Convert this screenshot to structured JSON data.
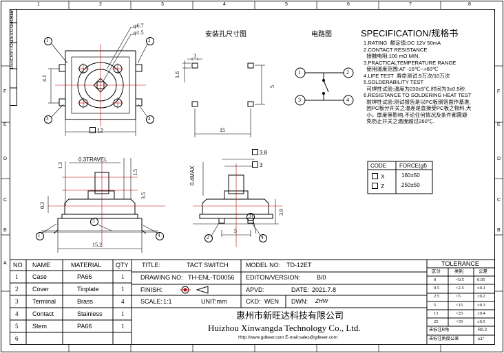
{
  "zones": {
    "top": [
      "1",
      "2",
      "3",
      "4",
      "5",
      "6",
      "7",
      "8"
    ],
    "side": [
      "F",
      "E",
      "D",
      "C",
      "B",
      "A"
    ]
  },
  "revision_block": [
    "REV",
    "DESCRIPTION",
    "DESIGNER",
    "DATE"
  ],
  "top_view": {
    "dia_outer": "φ6.7",
    "dia_inner": "φ1.5",
    "dim_height": "4.1",
    "dim_width": "12",
    "callouts": [
      "1",
      "2",
      "3",
      "4"
    ]
  },
  "mounting": {
    "title": "安装孔尺寸图",
    "dim_a": "3",
    "dim_b": "1.6",
    "dim_c": "5",
    "dim_d": "15"
  },
  "circuit": {
    "title": "电路图",
    "pins": [
      "1",
      "2",
      "3",
      "4"
    ]
  },
  "spec": {
    "heading": "SPECIFICATION/规格书",
    "lines": [
      "1.RATING  额定值:DC 12V 50mA",
      "2.CONTACT RESISTANCE",
      "  接触电阻:100 mΩ MIN.",
      "3.PRACTICALTEMPERATURE RANGE",
      "  使用温度范围:AT -16℃~+60℃",
      "4.LIFE TEST  寿命测试:5万次/10万次",
      "5.SOLDERABILITY TEST",
      "  可焊性试验:温度为230±5℃,时间为3±0.5秒.",
      "6.RESISTANCE TO SOLDERING HEAT TEST",
      "  耐焊性试验:测试报告是以PC板钢箔面作基准,",
      "  因PC板分开关之温差是直接受PC板之物料,大",
      "  小，厚度等影响,不论任何情况及条件都需避",
      "  免防止开关之温度超过260℃."
    ]
  },
  "force_table": {
    "headers": [
      "CODE",
      "FORCE(gf)"
    ],
    "rows": [
      {
        "code": "X",
        "force": "160±50"
      },
      {
        "code": "Z",
        "force": "250±50"
      }
    ]
  },
  "side_view_left": {
    "travel": "0.3TRAVEL",
    "d1": "1.3",
    "d2": "1.5",
    "d3": "0.3",
    "d4": "3.5",
    "width": "15.2",
    "callouts": [
      "1",
      "3",
      "4"
    ]
  },
  "side_view_right": {
    "max": "0.4MAX",
    "d1": "3.8",
    "d2": "3",
    "d3": "3.9",
    "d4": "5",
    "callouts": [
      "2",
      "3",
      "4"
    ]
  },
  "bom": {
    "headers": [
      "NO",
      "NAME",
      "MATERIAL",
      "QTY"
    ],
    "rows": [
      [
        "1",
        "Case",
        "PA66",
        "1"
      ],
      [
        "2",
        "Cover",
        "Tinplate",
        "1"
      ],
      [
        "3",
        "Terminal",
        "Brass",
        "4"
      ],
      [
        "4",
        "Contact",
        "Stainless",
        "1"
      ],
      [
        "5",
        "Stem",
        "PA66",
        "1"
      ],
      [
        "6",
        "",
        "",
        ""
      ]
    ]
  },
  "title_block": {
    "title_label": "TITLE:",
    "title": "TACT SWITCH",
    "model_label": "MODEL NO:",
    "model": "TD-12ET",
    "drawing_label": "DRAWING NO:",
    "drawing": "TH-ENL-TD0056",
    "edition_label": "EDITON/VERSION:",
    "edition": "B/0",
    "finish_label": "FINISH:",
    "apvd_label": "APVD:",
    "apvd": "",
    "date_label": "DATE:",
    "date": "2021.7.8",
    "scale_label": "SCALE:",
    "scale": "1:1",
    "unit_label": "UNIT:mm",
    "ckd_label": "CKD:",
    "ckd": "WEN",
    "dwn_label": "DWN:",
    "dwn": "ZHW",
    "company_cn": "惠州市新旺达科技有限公司",
    "company_en": "Huizhou Xinwangda Technology Co., Ltd.",
    "contact": "Http://www.gdkeer.com    E-mail:sales@gdkeer.com"
  },
  "tolerance": {
    "title": "TOLERANCE",
    "headers": [
      "区分",
      "类别",
      "公差"
    ],
    "rows": [
      [
        "0",
        "<0.5",
        "0.05"
      ],
      [
        "0.5",
        "<2.5",
        "±0.1"
      ],
      [
        "2.5",
        "<5",
        "±0.2"
      ],
      [
        "5",
        "<15",
        "±0.3"
      ],
      [
        "15",
        "<25",
        "±0.4"
      ],
      [
        "25",
        "<35",
        "±0.5"
      ]
    ],
    "footer": [
      [
        "未标注R角",
        "R0.2"
      ],
      [
        "未标注角度公差",
        "±1°"
      ]
    ]
  }
}
